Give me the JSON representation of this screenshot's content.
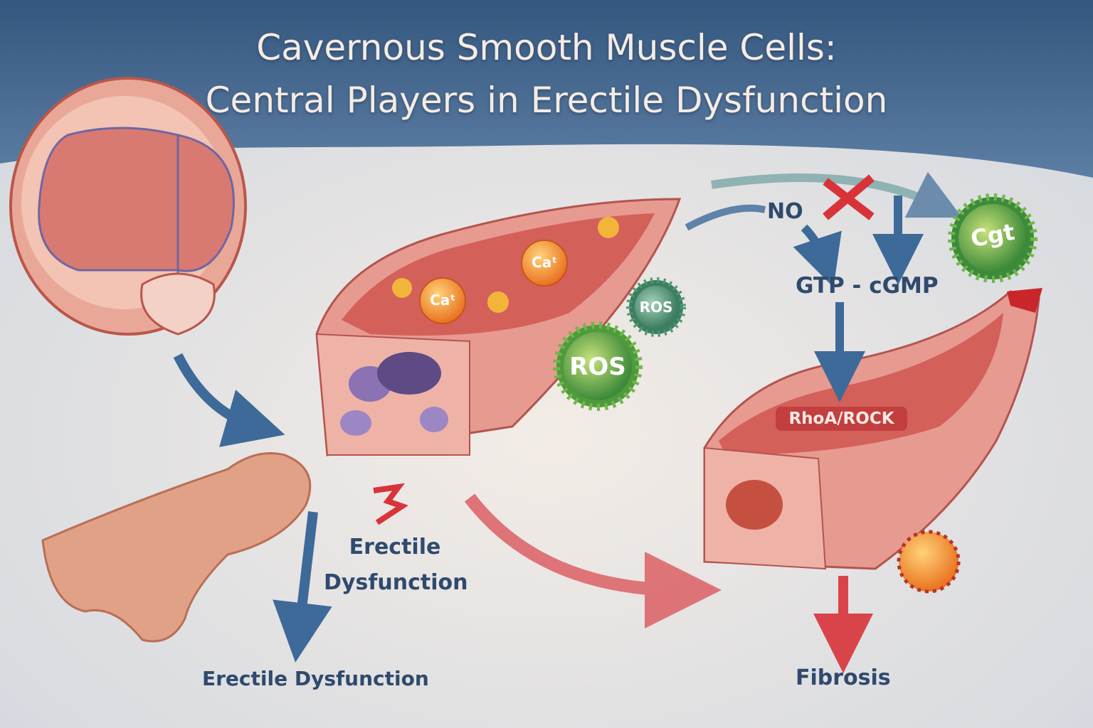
{
  "title": {
    "line1": "Cavernous Smooth Muscle Cells:",
    "line2": "Central Players in Erectile Dysfunction"
  },
  "labels": {
    "no": "NO",
    "gtp_cgmp": "GTP - cGMP",
    "cgt": "Cgt",
    "ca1": "Caᵗ",
    "ca2": "Caᵗ",
    "ros_small": "ROS",
    "ros_large": "ROS",
    "rhoa_rock": "RhoA/ROCK",
    "ed_middle_line1": "Erectile",
    "ed_middle_line2": "Dysfunction",
    "ed_bottom": "Erectile Dysfunction",
    "fibrosis": "Fibrosis"
  },
  "colors": {
    "header_blue": "#3f5f86",
    "arrow_blue": "#3d6a98",
    "arrow_red": "#d9444a",
    "tissue_pink": "#eaa39a",
    "ros_green": "#4f9a3c",
    "ca_orange": "#f0922c",
    "text_navy": "#2f4a6e"
  }
}
